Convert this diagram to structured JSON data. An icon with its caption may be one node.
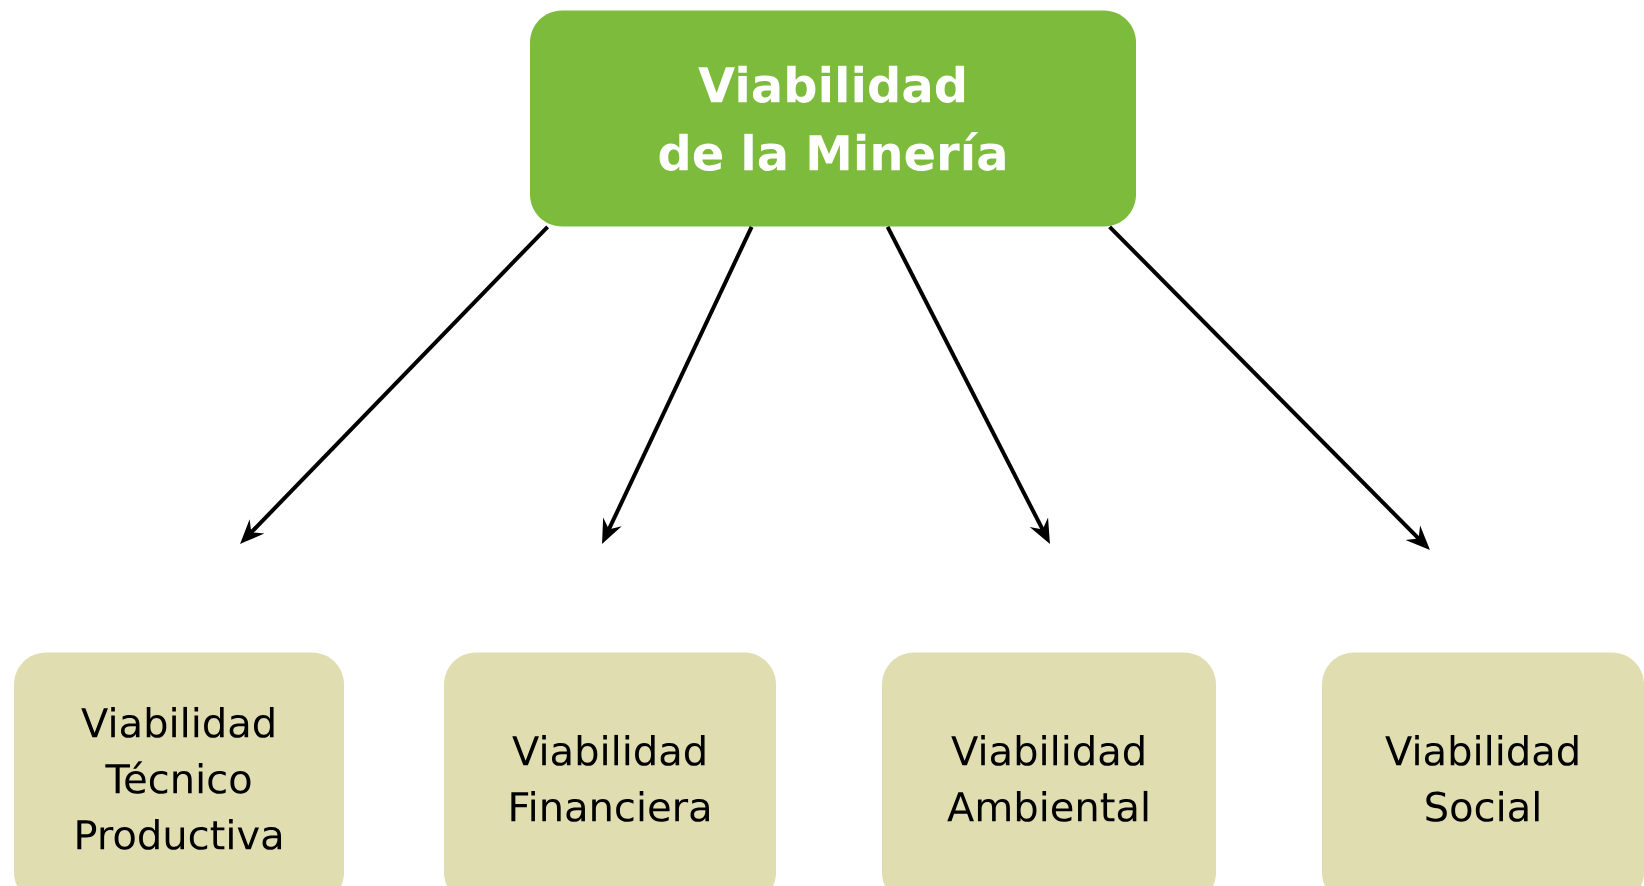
{
  "diagram": {
    "nodes": [
      {
        "text": [
          "Viabilidad de la Minería"
        ]
      },
      {
        "text": [
          "Viabilidad Técnico Productiva"
        ]
      },
      {
        "text": [
          "Viabilidad Financiera"
        ]
      },
      {
        "text": [
          "Viabilidad Ambiental"
        ]
      },
      {
        "text": [
          "Viabilidad Social"
        ]
      }
    ],
    "edges": [
      {
        "from": 0,
        "to": 1,
        "arrow": "to"
      },
      {
        "from": 0,
        "to": 2,
        "arrow": "to"
      },
      {
        "from": 0,
        "to": 3,
        "arrow": "to"
      },
      {
        "from": 0,
        "to": 4,
        "arrow": "to"
      }
    ]
  }
}
